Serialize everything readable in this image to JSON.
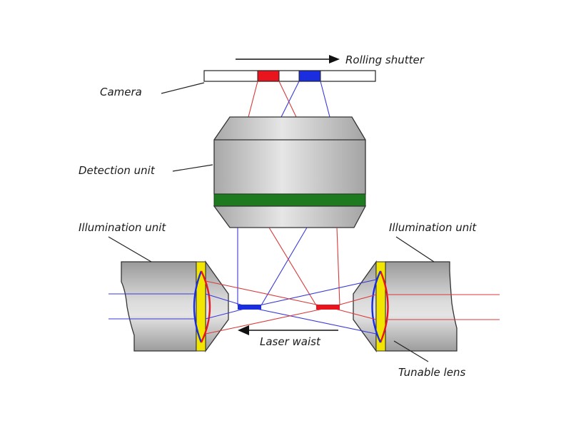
{
  "labels": {
    "rolling_shutter": "Rolling shutter",
    "camera": "Camera",
    "detection_unit": "Detection unit",
    "illumination_unit_left": "Illumination unit",
    "illumination_unit_right": "Illumination unit",
    "laser_waist": "Laser waist",
    "tunable_lens": "Tunable lens"
  },
  "colors": {
    "red_beam": "#d83a3a",
    "blue_beam": "#3a3ad8",
    "detector_red": "#e8141e",
    "detector_blue": "#1a2ee0",
    "filter_band": "#1e7a1e",
    "lens_mount": "#f2e600",
    "housing_gray": "#c8c8c8"
  }
}
